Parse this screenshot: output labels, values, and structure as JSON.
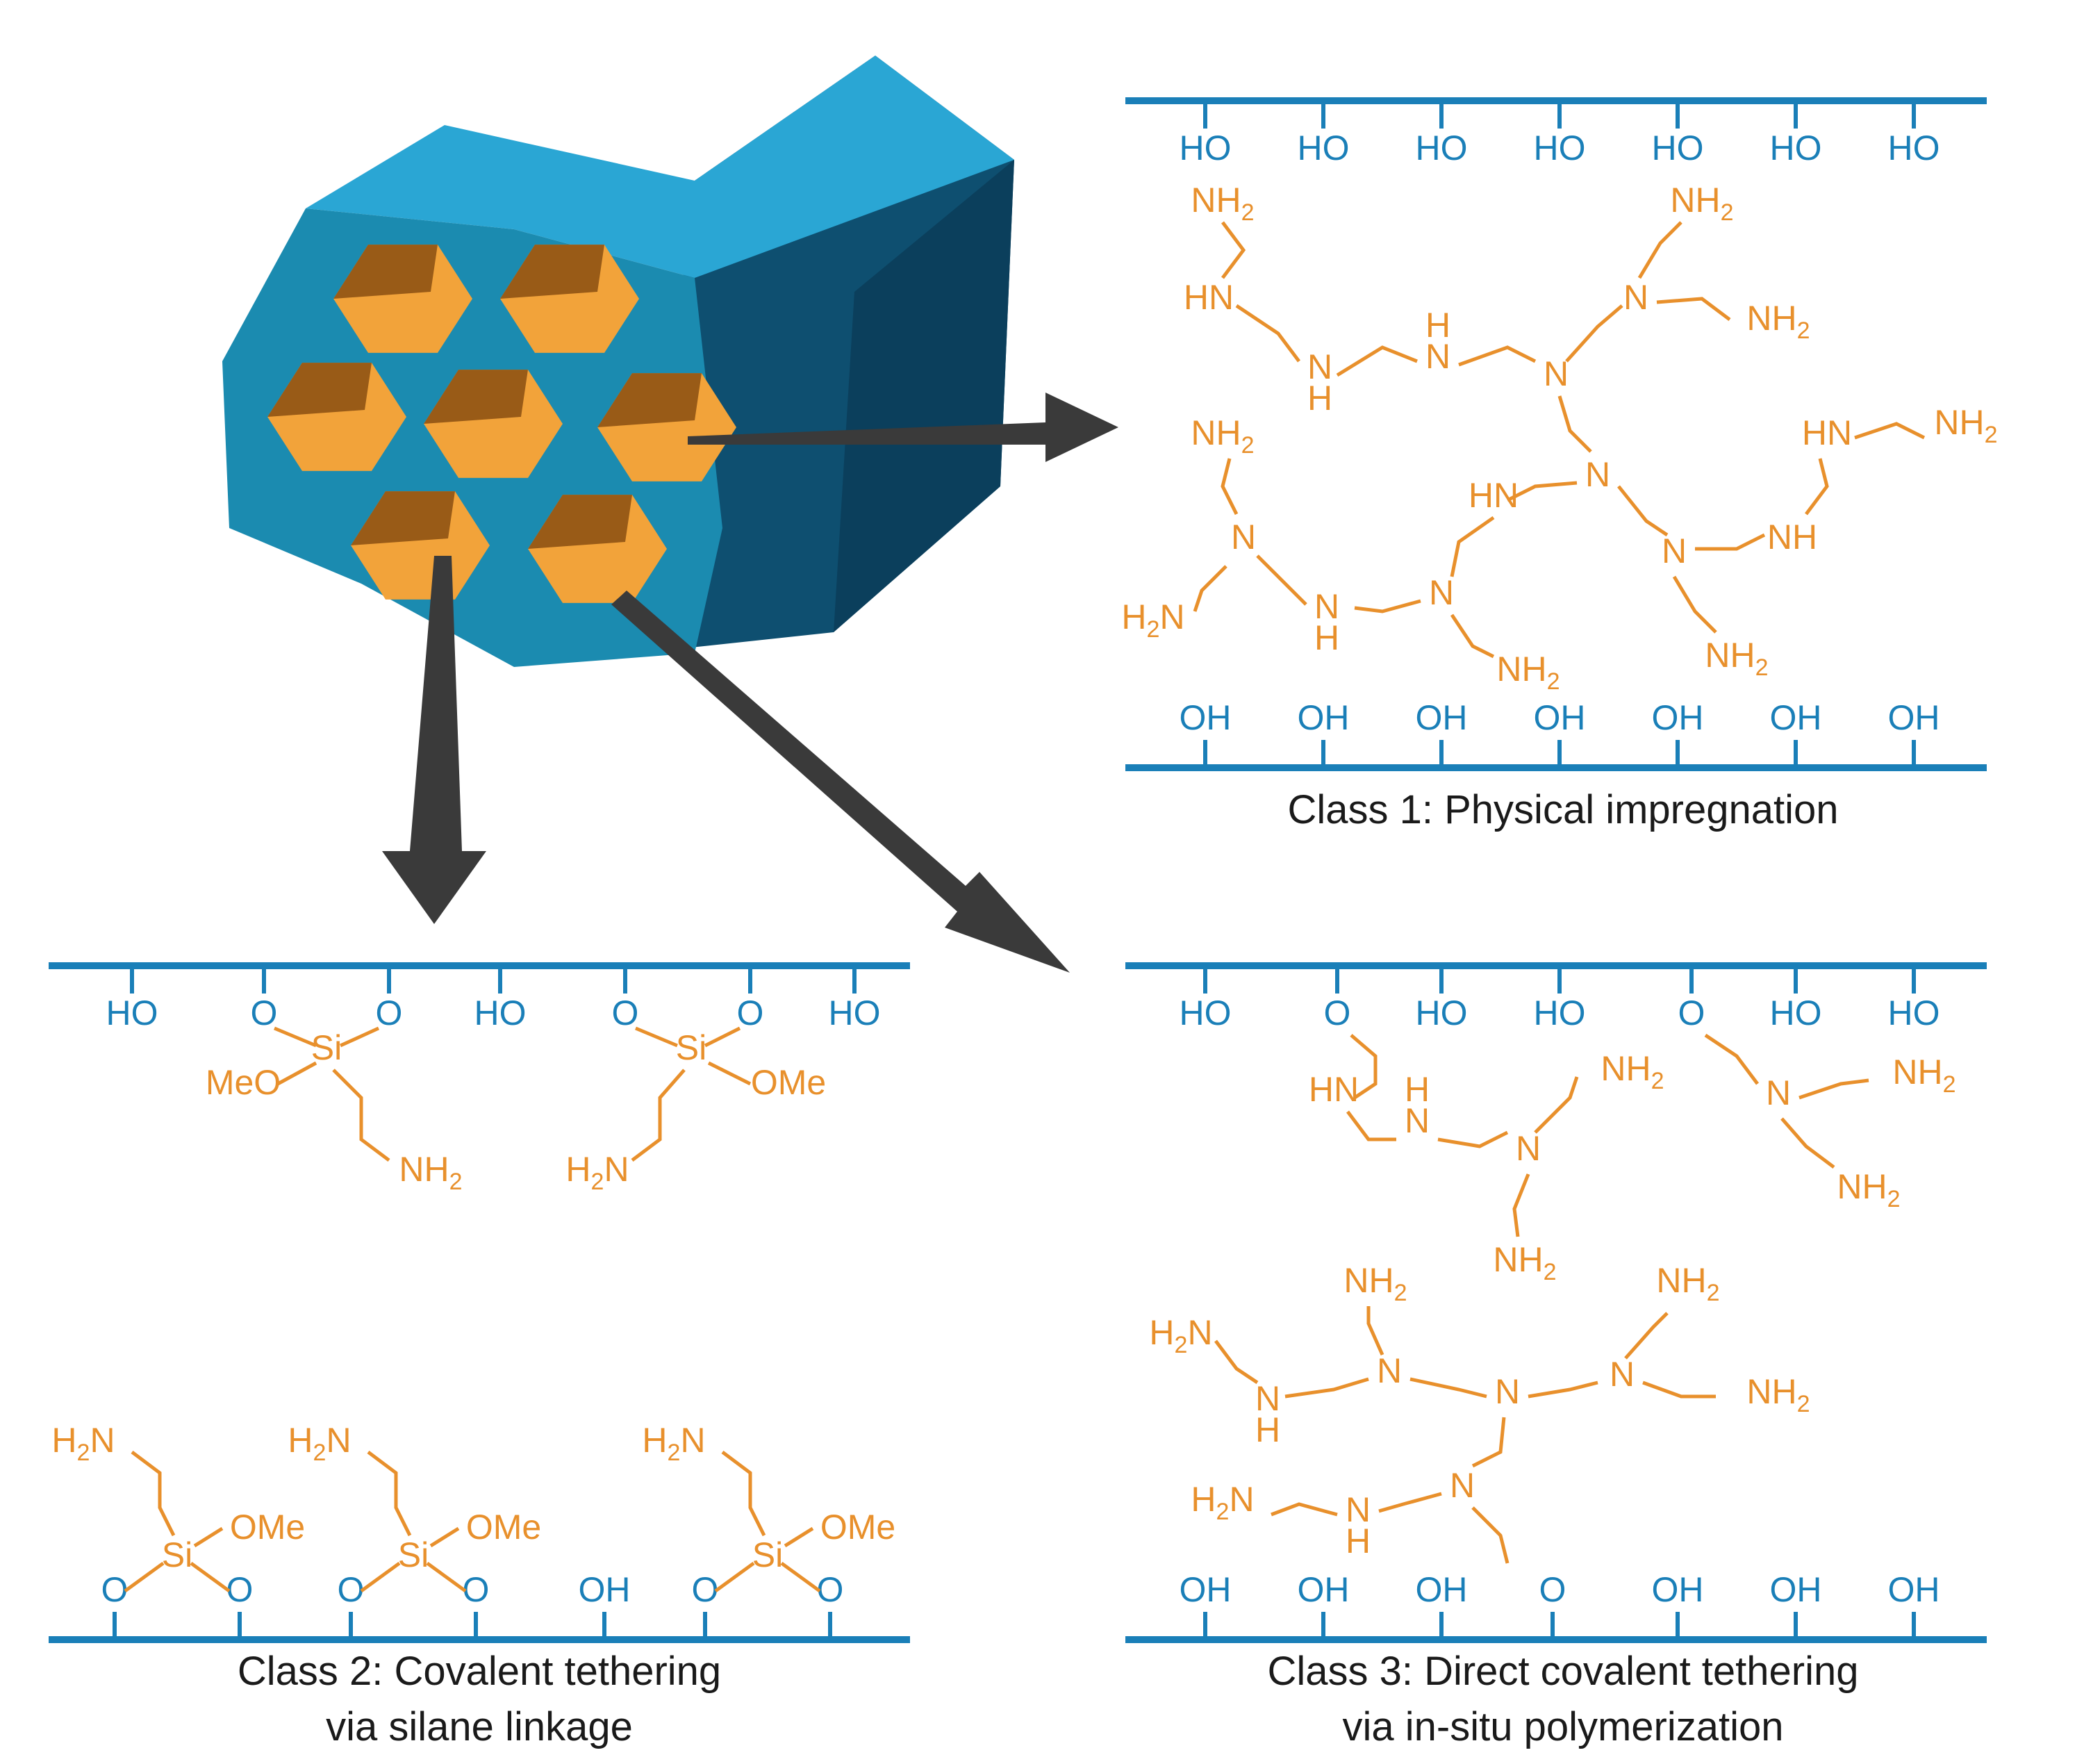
{
  "colors": {
    "surface": "#1a7fb8",
    "amine": "#e8902c",
    "arrow": "#3a3a3a",
    "monolith_front": "#1b8bb0",
    "monolith_top": "#2aa6d4",
    "monolith_side": "#0e4f70",
    "pore": "#f2a33a",
    "pore_shadow": "#8a4f12",
    "caption": "#1a1a1a"
  },
  "icons": [
    "mesoporous-monolith-icon",
    "arrow-icon"
  ],
  "chem": {
    "HO": "HO",
    "OH": "OH",
    "O": "O",
    "Si": "Si",
    "OMe": "OMe",
    "MeO": "MeO",
    "NH": "NH",
    "HN": "HN",
    "N": "N",
    "H": "H",
    "NH2": "NH",
    "H2N_H": "H",
    "H2N_N": "N",
    "two": "2"
  },
  "panels": {
    "class1": {
      "caption": "Class 1: Physical impregnation"
    },
    "class2": {
      "caption_line1": "Class 2: Covalent tethering",
      "caption_line2": "via silane linkage"
    },
    "class3": {
      "caption_line1": "Class 3: Direct covalent tethering",
      "caption_line2": "via in-situ polymerization"
    }
  }
}
